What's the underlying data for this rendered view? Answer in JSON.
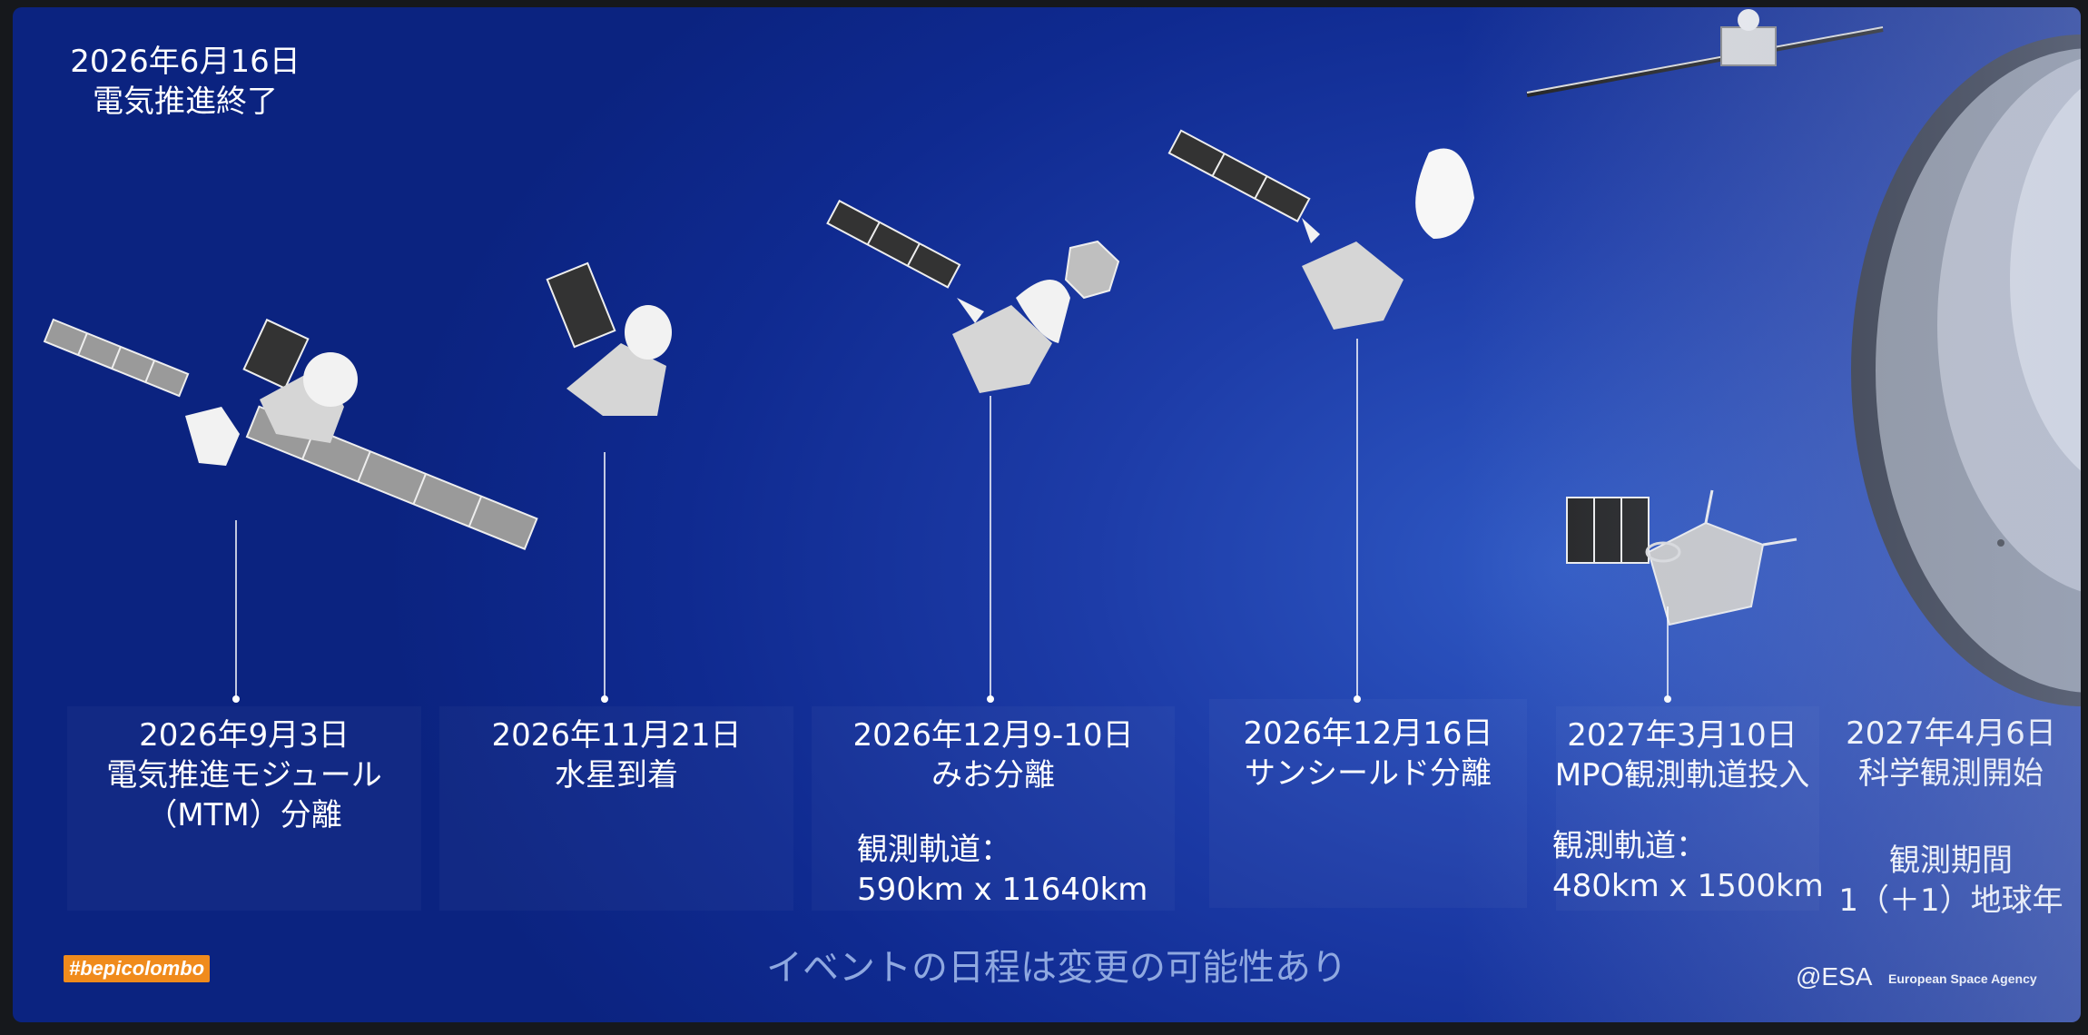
{
  "timeline": {
    "top_event": {
      "date": "2026年6月16日",
      "label": "電気推進終了"
    },
    "events": [
      {
        "date": "2026年9月3日",
        "label": "電気推進モジュール",
        "label2": "（MTM）分離"
      },
      {
        "date": "2026年11月21日",
        "label": "水星到着"
      },
      {
        "date": "2026年12月9-10日",
        "label": "みお分離",
        "orbit_title": "観測軌道：",
        "orbit_value": "590km x 11640km"
      },
      {
        "date": "2026年12月16日",
        "label": "サンシールド分離"
      },
      {
        "date": "2027年3月10日",
        "label": "MPO観測軌道投入",
        "orbit_title": "観測軌道：",
        "orbit_value": "480km x 1500km"
      },
      {
        "date": "2027年4月6日",
        "label": "科学観測開始",
        "period_title": "観測期間",
        "period_value": "1（＋1）地球年"
      }
    ]
  },
  "footer": {
    "hashtag": "#bepicolombo",
    "notice": "イベントの日程は変更の可能性あり",
    "credit": "@ESA",
    "agency": "European Space Agency"
  },
  "colors": {
    "background": "#1d3ca8",
    "hashtag_bg": "#f08b1c",
    "notice_text": "#8fa8e0"
  },
  "icons": [
    "spacecraft-stack",
    "mercury-planet"
  ]
}
